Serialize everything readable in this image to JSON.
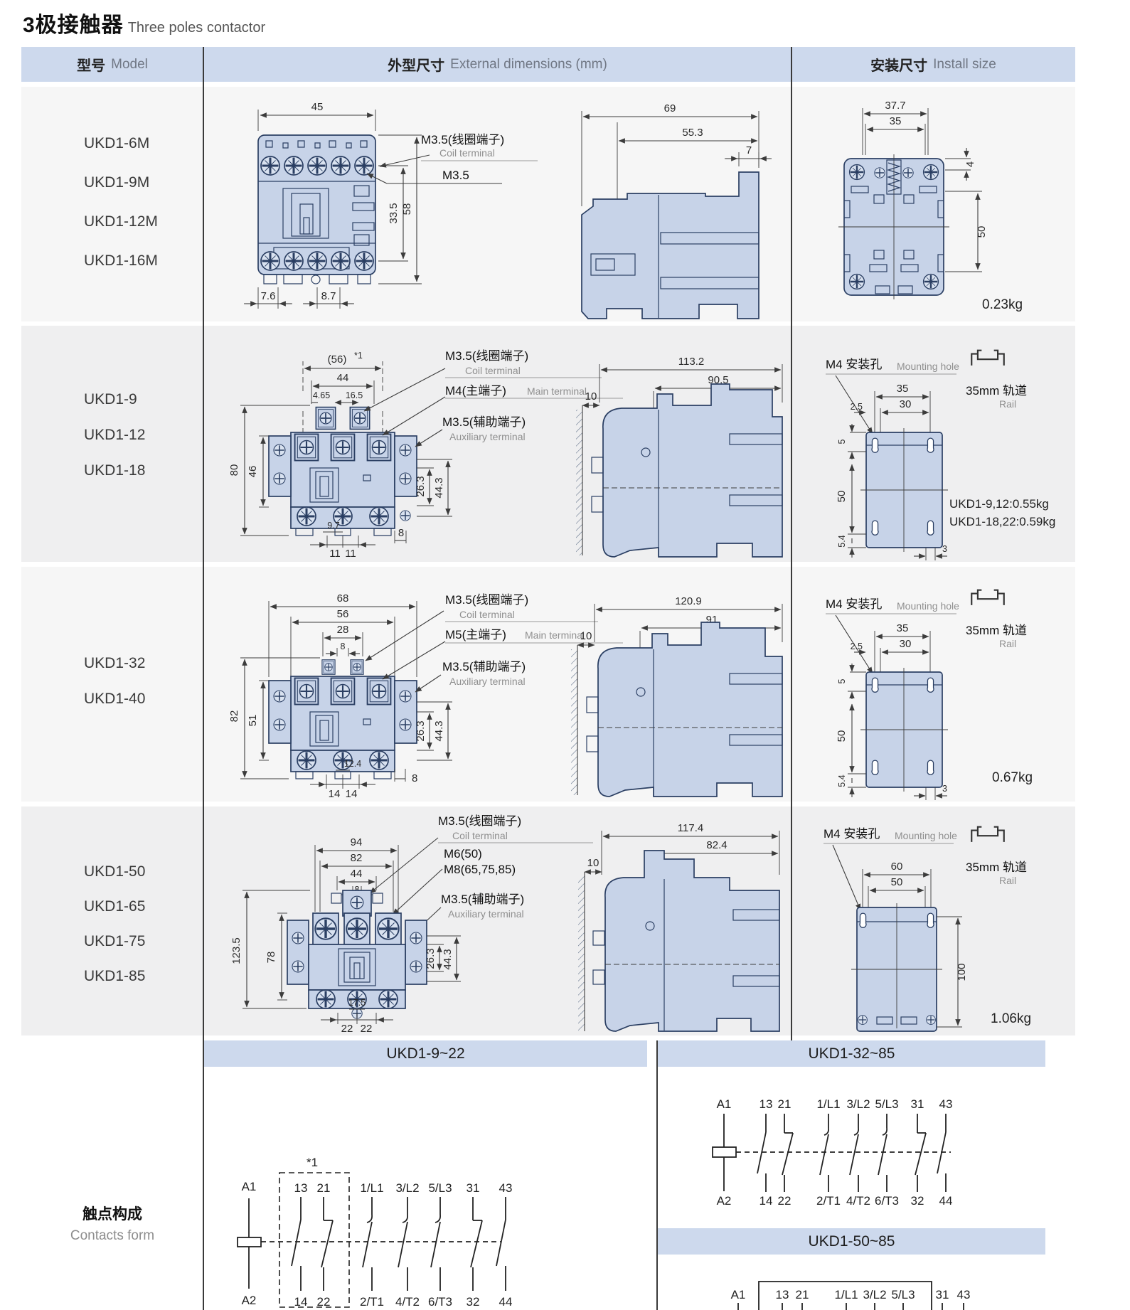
{
  "title": {
    "zh": "3极接触器",
    "en": "Three poles contactor"
  },
  "header": {
    "model_zh": "型号",
    "model_en": "Model",
    "ext_zh": "外型尺寸",
    "ext_en": "External dimensions (mm)",
    "install_zh": "安装尺寸",
    "install_en": "Install size"
  },
  "colors": {
    "band": "#cdd9ed",
    "drawing_fill": "#c7d3e8",
    "drawing_line": "#2b3f63",
    "row_a": "#f6f6f6",
    "row_b": "#efeff0"
  },
  "rows": [
    {
      "models": [
        "UKD1-6M",
        "UKD1-9M",
        "UKD1-12M",
        "UKD1-16M"
      ],
      "front": {
        "w": "45",
        "coil_zh": "M3.5(线圈端子)",
        "coil_en": "Coil terminal",
        "m35": "M3.5",
        "h1": "33.5",
        "h2": "58",
        "b1": "7.6",
        "b2": "8.7"
      },
      "side": {
        "d1": "69",
        "d2": "55.3",
        "d3": "7"
      },
      "install": {
        "w1": "37.7",
        "w2": "35",
        "t": "4",
        "h": "50",
        "weight": "0.23kg"
      }
    },
    {
      "models": [
        "UKD1-9",
        "UKD1-12",
        "UKD1-18"
      ],
      "front": {
        "w0": "(56)",
        "w0sup": "*1",
        "w1": "44",
        "o1": "4.65",
        "o2": "16.5",
        "coil_zh": "M3.5(线圈端子)",
        "coil_en": "Coil terminal",
        "main_zh": "M4(主端子)",
        "main_en": "Main terminal",
        "aux_zh": "M3.5(辅助端子)",
        "aux_en": "Auxiliary terminal",
        "h1": "80",
        "h2": "46",
        "r1": "26.3",
        "r2": "44.3",
        "b1": "9.7",
        "b2": "11",
        "b3": "11",
        "b4": "8"
      },
      "side": {
        "d1": "113.2",
        "d2": "90.5",
        "gap": "10"
      },
      "install": {
        "hole_zh": "M4 安装孔",
        "hole_en": "Mounting hole",
        "rail_zh": "35mm 轨道",
        "rail_en": "Rail",
        "w1": "35",
        "w2": "30",
        "o1": "2.5",
        "o2": "5",
        "h": "50",
        "b1": "5.4",
        "b2": "3",
        "weight1": "UKD1-9,12:0.55kg",
        "weight2": "UKD1-18,22:0.59kg"
      }
    },
    {
      "models": [
        "UKD1-32",
        "UKD1-40"
      ],
      "front": {
        "w1": "68",
        "w2": "56",
        "w3": "28",
        "w4": "8",
        "coil_zh": "M3.5(线圈端子)",
        "coil_en": "Coil terminal",
        "main_zh": "M5(主端子)",
        "main_en": "Main terminal",
        "aux_zh": "M3.5(辅助端子)",
        "aux_en": "Auxiliary terminal",
        "h1": "82",
        "h2": "51",
        "r1": "26.3",
        "r2": "44.3",
        "b1": "12.4",
        "b2": "14",
        "b3": "14",
        "b4": "8"
      },
      "side": {
        "d1": "120.9",
        "d2": "91",
        "gap": "10"
      },
      "install": {
        "hole_zh": "M4 安装孔",
        "hole_en": "Mounting hole",
        "rail_zh": "35mm 轨道",
        "rail_en": "Rail",
        "w1": "35",
        "w2": "30",
        "o1": "2.5",
        "o2": "5",
        "h": "50",
        "b1": "5.4",
        "b2": "3",
        "weight": "0.67kg"
      }
    },
    {
      "models": [
        "UKD1-50",
        "UKD1-65",
        "UKD1-75",
        "UKD1-85"
      ],
      "front": {
        "coil_zh": "M3.5(线圈端子)",
        "coil_en": "Coil terminal",
        "w1": "94",
        "w2": "82",
        "w3": "44",
        "w4": "8",
        "m6": "M6(50)",
        "m8": "M8(65,75,85)",
        "aux_zh": "M3.5(辅助端子)",
        "aux_en": "Auxiliary terminal",
        "h1": "123.5",
        "h2": "78",
        "r1": "26.3",
        "r2": "44.3",
        "b1": "17.5",
        "b2": "22",
        "b3": "22"
      },
      "side": {
        "d1": "117.4",
        "d2": "82.4",
        "gap": "10"
      },
      "install": {
        "hole_zh": "M4 安装孔",
        "hole_en": "Mounting hole",
        "rail_zh": "35mm 轨道",
        "rail_en": "Rail",
        "w1": "60",
        "w2": "50",
        "h": "100",
        "weight": "1.06kg"
      }
    }
  ],
  "contacts": {
    "label_zh": "触点构成",
    "label_en": "Contacts form",
    "panel1": {
      "title": "UKD1-9~22",
      "note": "*1",
      "a1": "A1",
      "a2": "A2",
      "top": [
        "13",
        "21",
        "1/L1",
        "3/L2",
        "5/L3",
        "31",
        "43"
      ],
      "bottom": [
        "14",
        "22",
        "2/T1",
        "4/T2",
        "6/T3",
        "32",
        "44"
      ]
    },
    "panel2": {
      "title": "UKD1-32~85",
      "a1": "A1",
      "a2": "A2",
      "top": [
        "13",
        "21",
        "1/L1",
        "3/L2",
        "5/L3",
        "31",
        "43"
      ],
      "bottom": [
        "14",
        "22",
        "2/T1",
        "4/T2",
        "6/T3",
        "32",
        "44"
      ]
    },
    "panel3": {
      "title": "UKD1-50~85",
      "a1": "A1",
      "top": [
        "13",
        "21",
        "1/L1",
        "3/L2",
        "5/L3",
        "31",
        "43"
      ]
    }
  }
}
